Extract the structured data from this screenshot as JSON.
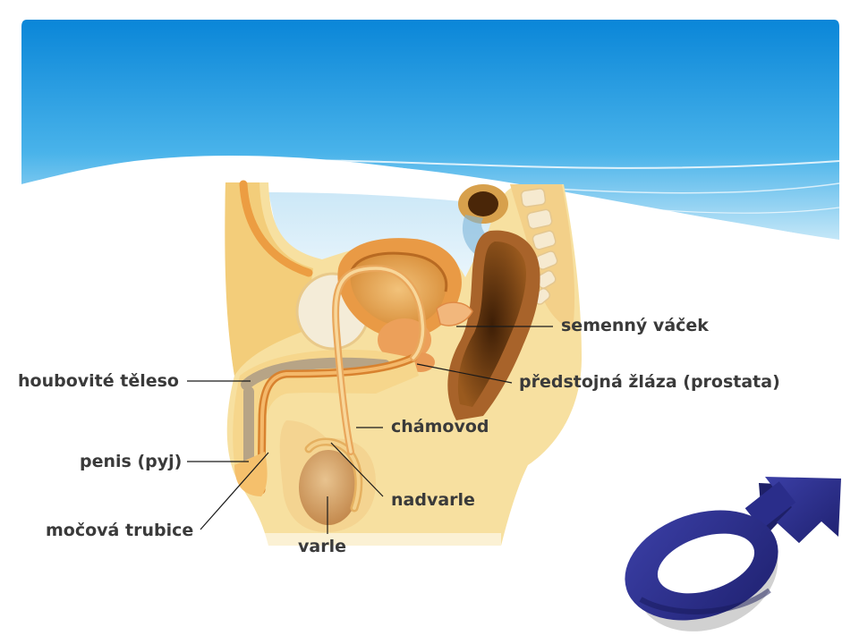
{
  "diagram": {
    "labels": {
      "seminal_vesicle": "semenný váček",
      "prostate": "předstojná žláza (prostata)",
      "corpus_spongiosum": "houbovité těleso",
      "vas_deferens": "chámovod",
      "penis": "penis (pyj)",
      "epididymis": "nadvarle",
      "urethra": "močová trubice",
      "testis": "varle"
    },
    "icons": {
      "male_symbol": "male-symbol-icon"
    },
    "colors": {
      "header_blue": "#1a8fdc",
      "skin": "#f6d88f",
      "tissue_orange": "#e7953e",
      "rectum_dark": "#6e3c10",
      "bone": "#f4e2b8",
      "label_text": "#3a3a3a",
      "male_symbol": "#2c2f8c"
    }
  }
}
